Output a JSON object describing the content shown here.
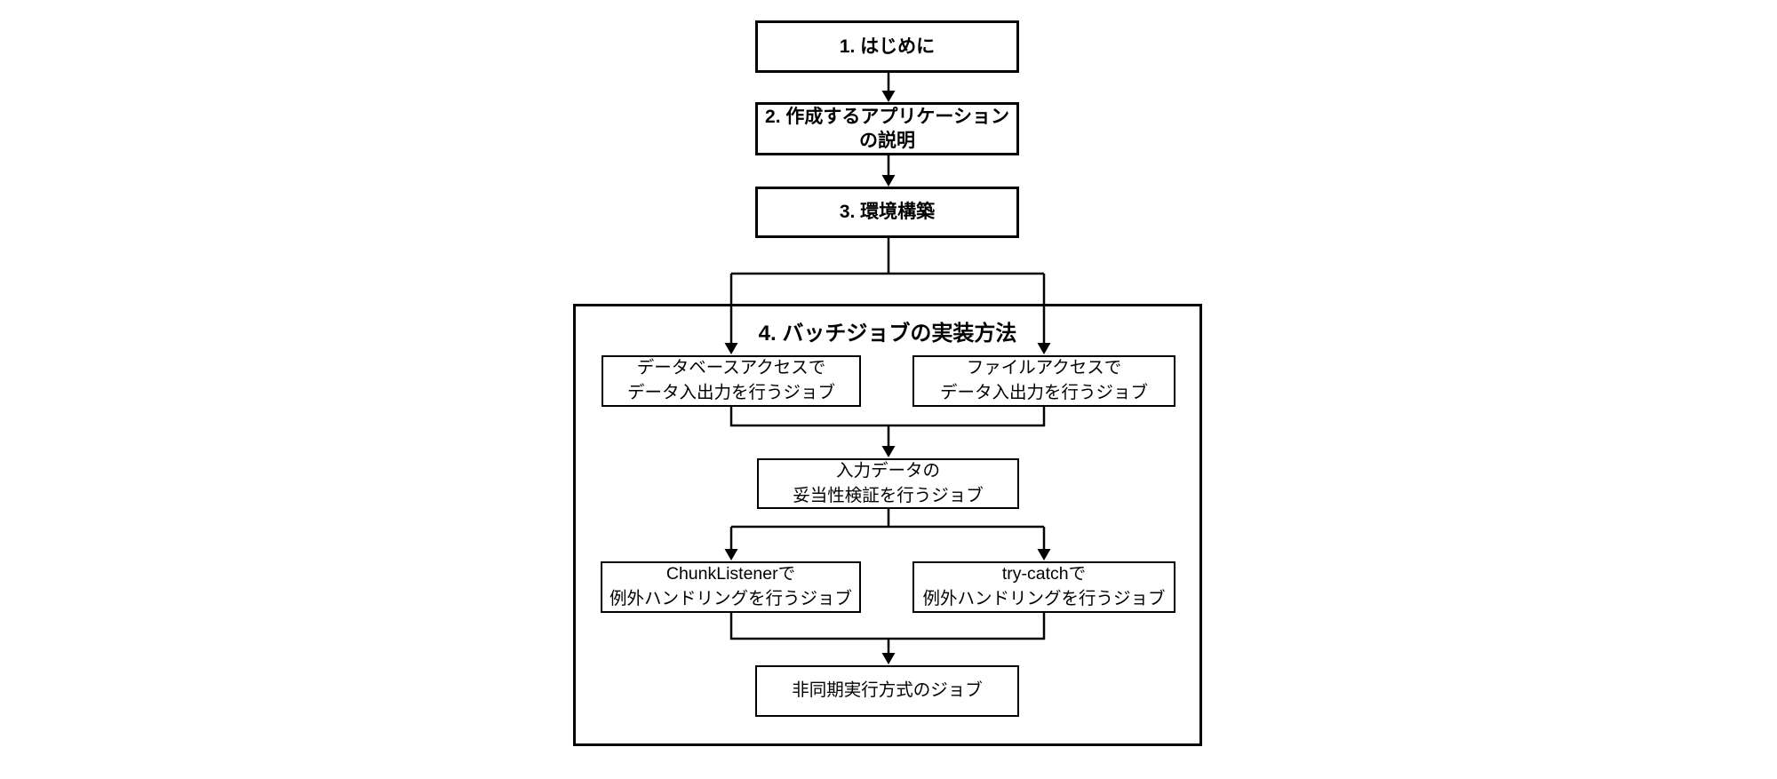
{
  "diagram": {
    "section4": {
      "title": "4. バッチジョブの実装方法"
    },
    "nodes": {
      "step1": "1. はじめに",
      "step2": "2. 作成するアプリケーション\nの説明",
      "step3": "3. 環境構築",
      "db_job": "データベースアクセスで\nデータ入出力を行うジョブ",
      "file_job": "ファイルアクセスで\nデータ入出力を行うジョブ",
      "validation_job": "入力データの\n妥当性検証を行うジョブ",
      "chunk_listener_job": "ChunkListenerで\n例外ハンドリングを行うジョブ",
      "try_catch_job": "try-catchで\n例外ハンドリングを行うジョブ",
      "async_job": "非同期実行方式のジョブ"
    },
    "colors": {
      "line": "#000000",
      "background": "#ffffff",
      "text": "#000000"
    }
  }
}
